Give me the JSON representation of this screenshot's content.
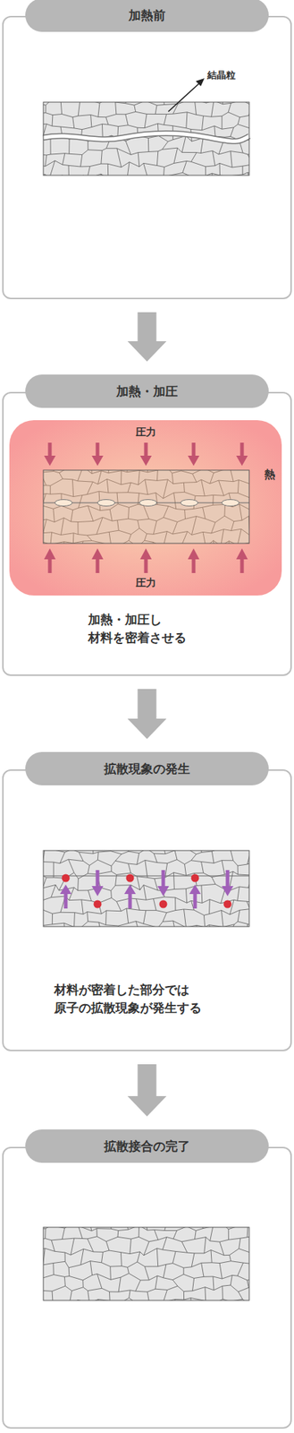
{
  "diagram": {
    "nodes": [
      {
        "text": [
          "加熱前"
        ]
      },
      {
        "text": [
          "加熱・加圧",
          "加熱・加圧し 材料を密着させる"
        ]
      },
      {
        "text": [
          "拡散現象の発生",
          "材料が密着した部分では 原子の拡散現象が発生する"
        ]
      },
      {
        "text": [
          "拡散接合の完了"
        ]
      }
    ],
    "edges": [
      {
        "from": 0,
        "to": 1,
        "arrow": "to"
      },
      {
        "from": 1,
        "to": 2,
        "arrow": "to"
      },
      {
        "from": 2,
        "to": 3,
        "arrow": "to"
      }
    ],
    "labels": [
      "結晶粒",
      "圧力",
      "圧力",
      "熱"
    ]
  }
}
